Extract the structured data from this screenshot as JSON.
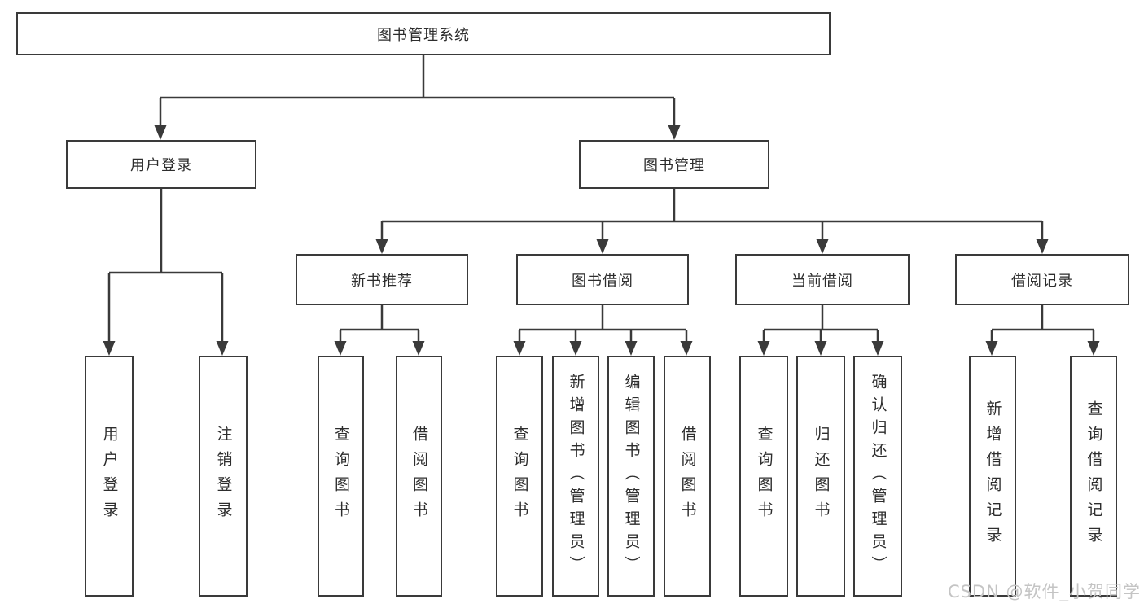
{
  "nodes": {
    "root": {
      "label": "图书管理系统"
    },
    "user_login": {
      "label": "用户登录"
    },
    "book_management": {
      "label": "图书管理"
    },
    "new_book_recommend": {
      "label": "新书推荐"
    },
    "book_borrow": {
      "label": "图书借阅"
    },
    "current_borrow": {
      "label": "当前借阅"
    },
    "borrow_record": {
      "label": "借阅记录"
    },
    "leaf_user_login": {
      "label": "用户登录"
    },
    "leaf_logout": {
      "label": "注销登录"
    },
    "leaf_query_book_1": {
      "label": "查询图书"
    },
    "leaf_borrow_book_1": {
      "label": "借阅图书"
    },
    "leaf_query_book_2": {
      "label": "查询图书"
    },
    "leaf_add_book": {
      "label": "新增图书（管理员）"
    },
    "leaf_edit_book": {
      "label": "编辑图书（管理员）"
    },
    "leaf_borrow_book_2": {
      "label": "借阅图书"
    },
    "leaf_query_book_3": {
      "label": "查询图书"
    },
    "leaf_return_book": {
      "label": "归还图书"
    },
    "leaf_confirm_return": {
      "label": "确认归还（管理员）"
    },
    "leaf_add_borrow_record": {
      "label": "新增借阅记录"
    },
    "leaf_query_borrow_record": {
      "label": "查询借阅记录"
    }
  },
  "hierarchy": {
    "图书管理系统": {
      "用户登录": [
        "用户登录",
        "注销登录"
      ],
      "图书管理": {
        "新书推荐": [
          "查询图书",
          "借阅图书"
        ],
        "图书借阅": [
          "查询图书",
          "新增图书（管理员）",
          "编辑图书（管理员）",
          "借阅图书"
        ],
        "当前借阅": [
          "查询图书",
          "归还图书",
          "确认归还（管理员）"
        ],
        "借阅记录": [
          "新增借阅记录",
          "查询借阅记录"
        ]
      }
    }
  },
  "watermark": "CSDN @软件_小贺同学",
  "colors": {
    "line": "#3a3a3a",
    "text": "#2d2d2d",
    "watermark": "#c4c4c4",
    "background": "#ffffff"
  }
}
